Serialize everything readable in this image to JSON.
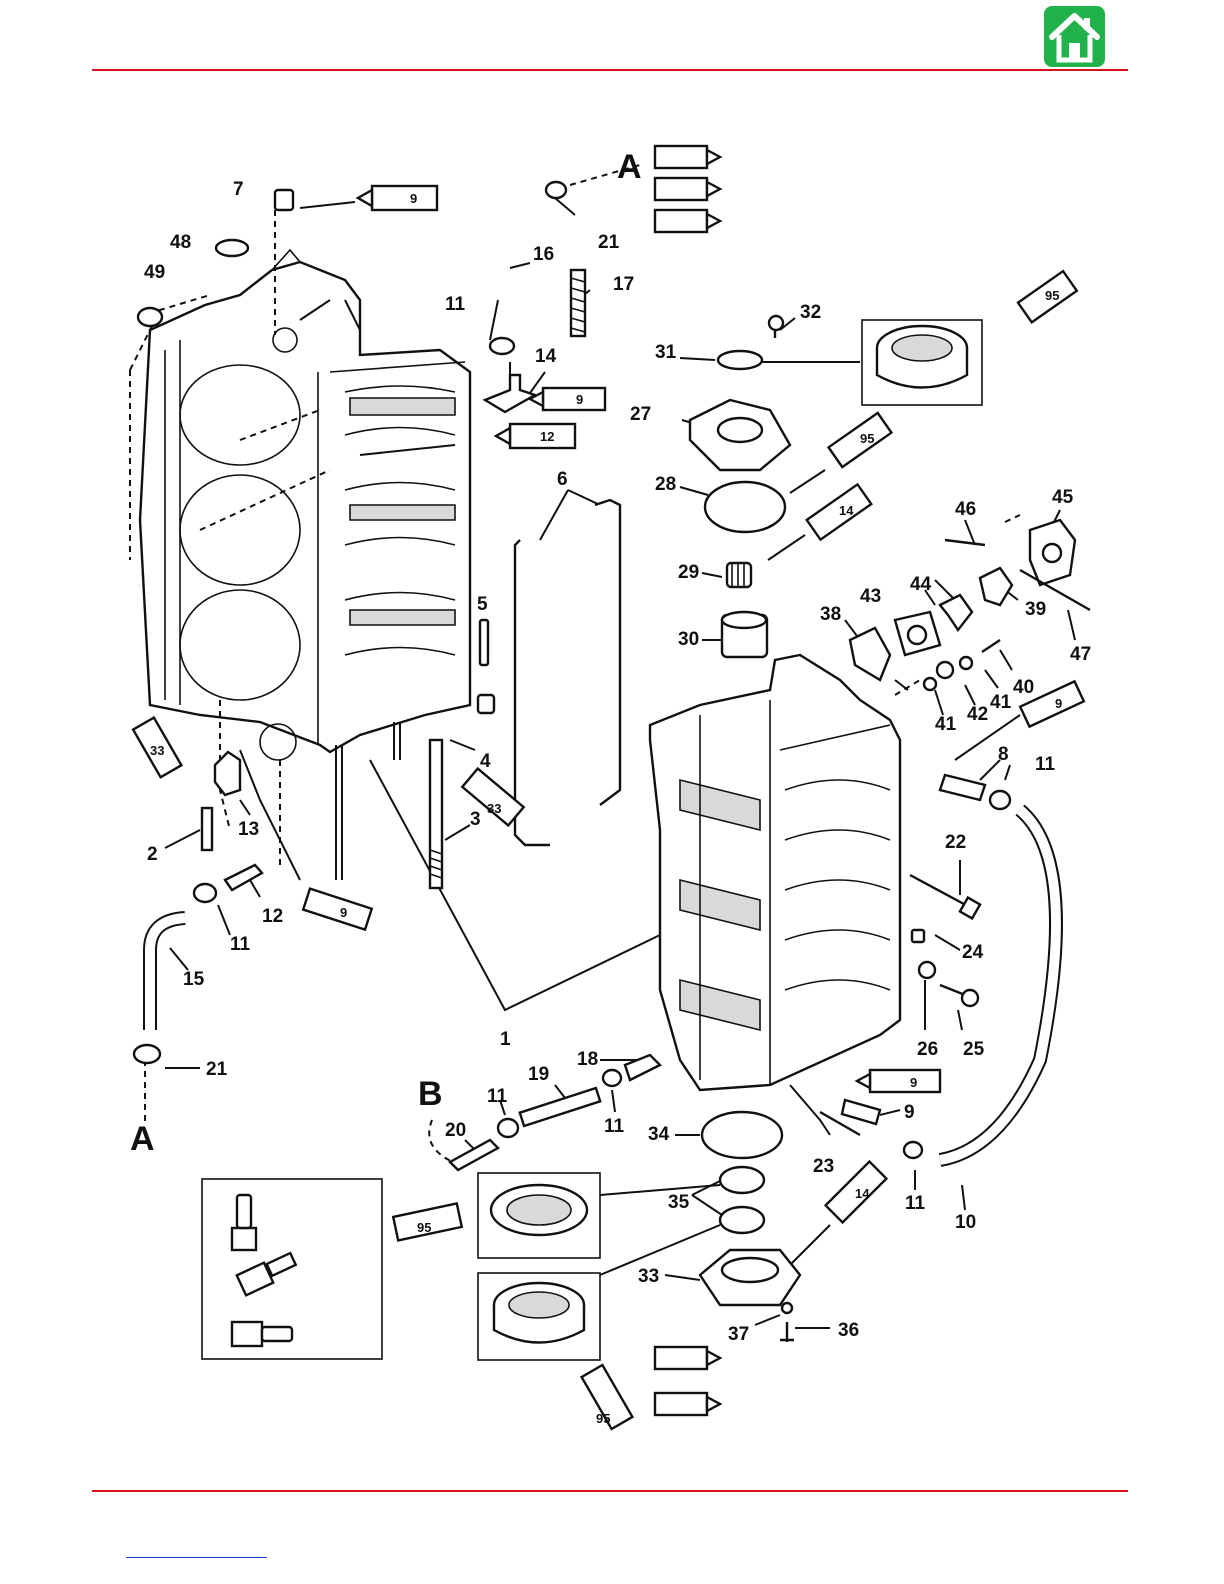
{
  "colors": {
    "rule": "#d4141c",
    "home_button": "#22b24c",
    "footer_link_line": "#1a3fd0"
  },
  "nav": {
    "home_icon": "home-icon"
  },
  "diagram": {
    "section_labels": {
      "a_top": "A",
      "a_bottom": "A",
      "b": "B"
    },
    "callouts": {
      "c1": "1",
      "c2": "2",
      "c3": "3",
      "c4": "4",
      "c5": "5",
      "c6": "6",
      "c7": "7",
      "c8": "8",
      "c9": "9",
      "c10": "10",
      "c11a": "11",
      "c11b": "11",
      "c11c": "11",
      "c11d": "11",
      "c11e": "11",
      "c11f": "11",
      "c12": "12",
      "c13": "13",
      "c14": "14",
      "c15": "15",
      "c16": "16",
      "c17": "17",
      "c18": "18",
      "c19": "19",
      "c20": "20",
      "c21a": "21",
      "c21b": "21",
      "c22": "22",
      "c23": "23",
      "c24": "24",
      "c25": "25",
      "c26": "26",
      "c27": "27",
      "c28": "28",
      "c29": "29",
      "c30": "30",
      "c31": "31",
      "c32": "32",
      "c33": "33",
      "c34": "34",
      "c35": "35",
      "c36": "36",
      "c37": "37",
      "c38": "38",
      "c39": "39",
      "c40": "40",
      "c41a": "41",
      "c41b": "41",
      "c42": "42",
      "c43": "43",
      "c44": "44",
      "c45": "45",
      "c46": "46",
      "c47": "47",
      "c48": "48",
      "c49": "49"
    },
    "tube_labels": {
      "t9a": "9",
      "t9b": "9",
      "t9c": "9",
      "t9d": "9",
      "t12": "12",
      "t95a": "95",
      "t95b": "95",
      "t14a": "14",
      "t14b": "14",
      "t33a": "33",
      "t33b": "33",
      "t95c": "95",
      "t95d": "95"
    }
  }
}
